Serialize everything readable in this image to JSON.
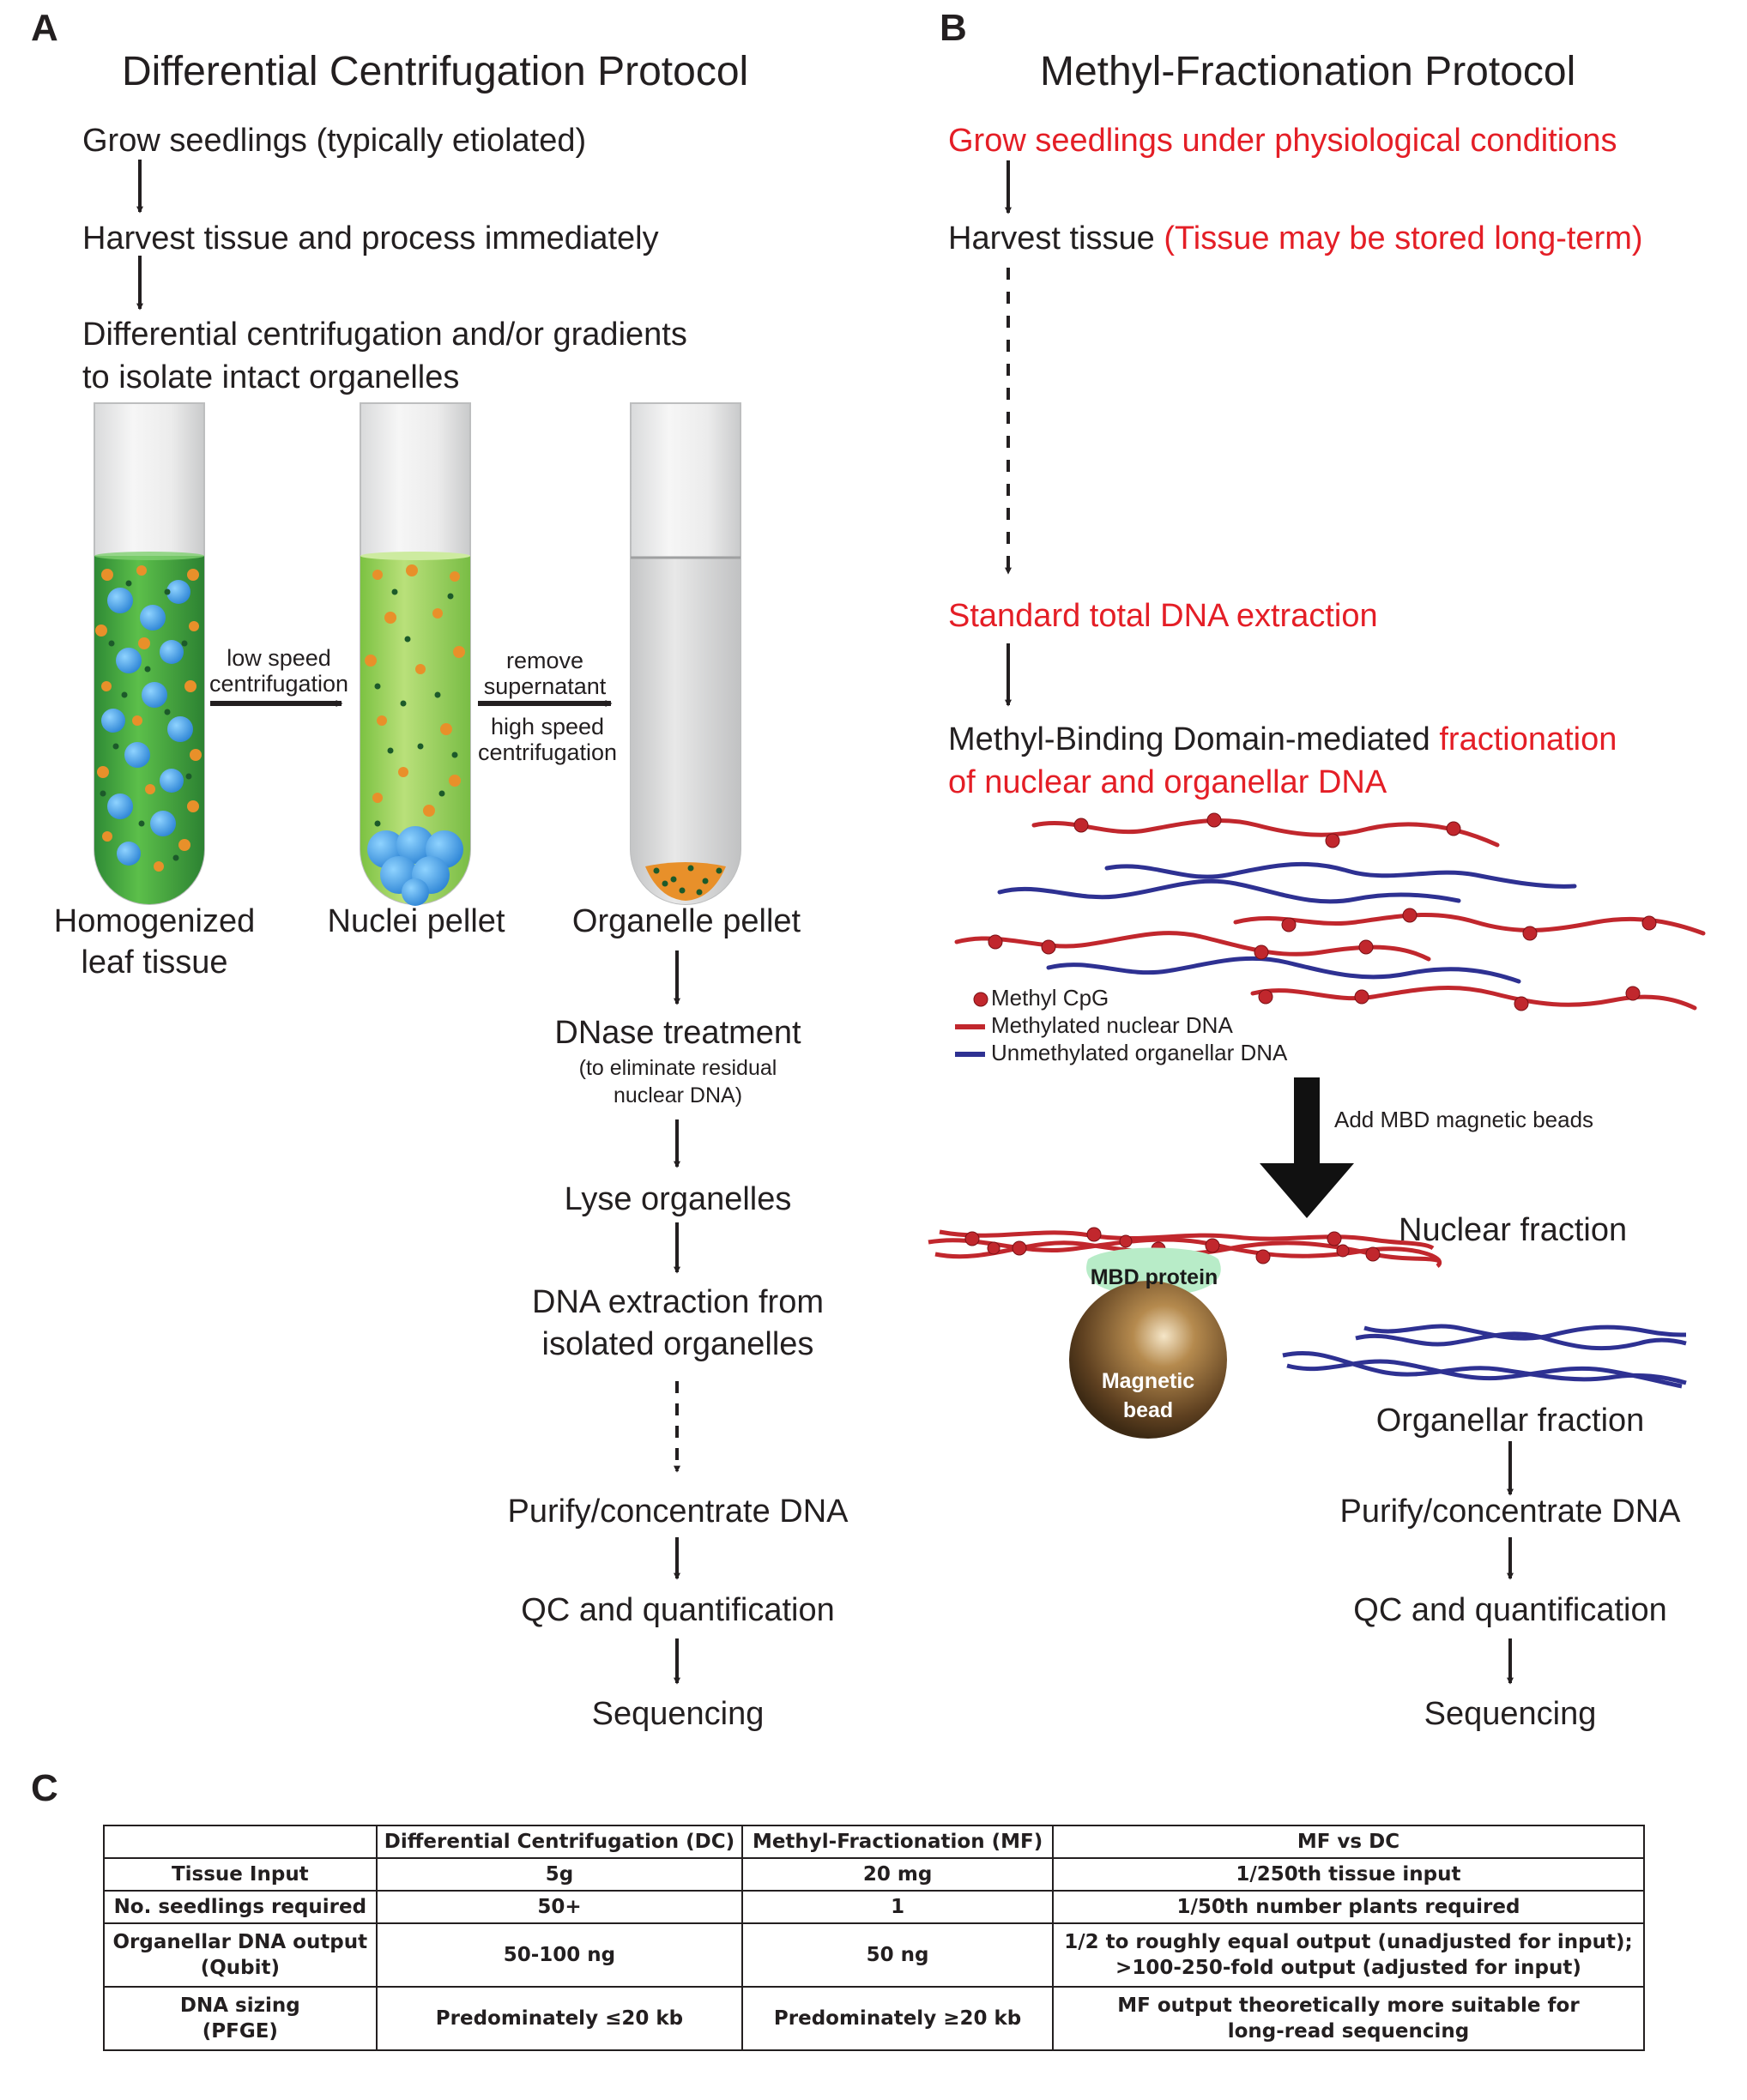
{
  "panel_a": {
    "letter": "A",
    "title": "Differential Centrifugation Protocol",
    "step1": "Grow seedlings (typically etiolated)",
    "step2": "Harvest tissue and process immediately",
    "step3_line1": "Differential centrifugation and/or gradients",
    "step3_line2": "to isolate intact organelles",
    "tube1_label_line1": "Homogenized",
    "tube1_label_line2": "leaf tissue",
    "tube2_label": "Nuclei pellet",
    "tube3_label": "Organelle pellet",
    "arrow1_line1": "low speed",
    "arrow1_line2": "centrifugation",
    "arrow2_top_line1": "remove",
    "arrow2_top_line2": "supernatant",
    "arrow2_bottom_line1": "high speed",
    "arrow2_bottom_line2": "centrifugation",
    "dnase": "DNase treatment",
    "dnase_note_line1": "(to eliminate residual",
    "dnase_note_line2": "nuclear DNA)",
    "lyse": "Lyse organelles",
    "extract_line1": "DNA extraction from",
    "extract_line2": "isolated organelles",
    "purify": "Purify/concentrate DNA",
    "qc": "QC and quantification",
    "seq": "Sequencing"
  },
  "panel_b": {
    "letter": "B",
    "title": "Methyl-Fractionation Protocol",
    "step1": "Grow seedlings under physiological conditions",
    "step2_black": "Harvest tissue ",
    "step2_red": "(Tissue may be stored long-term)",
    "step3": "Standard total DNA extraction",
    "step4_black": "Methyl-Binding Domain-mediated ",
    "step4_red_line1": "fractionation",
    "step4_red_line2": "of nuclear and organellar DNA",
    "legend_cpg": "Methyl CpG",
    "legend_methylated": "Methylated nuclear DNA",
    "legend_unmethylated": "Unmethylated organellar DNA",
    "add_beads": "Add MBD magnetic beads",
    "nuclear_fraction": "Nuclear fraction",
    "mbd_protein": "MBD protein",
    "bead_line1": "Magnetic",
    "bead_line2": "bead",
    "organellar_fraction": "Organellar fraction",
    "purify": "Purify/concentrate DNA",
    "qc": "QC and quantification",
    "seq": "Sequencing"
  },
  "panel_c": {
    "letter": "C",
    "headers": [
      "",
      "Differential Centrifugation (DC)",
      "Methyl-Fractionation (MF)",
      "MF vs DC"
    ],
    "rows": [
      {
        "label": "Tissue Input",
        "dc": "5g",
        "mf": "20 mg",
        "cmp": "1/250th tissue input"
      },
      {
        "label": "No. seedlings required",
        "dc": "50+",
        "mf": "1",
        "cmp": "1/50th number plants required"
      },
      {
        "label_line1": "Organellar DNA output",
        "label_line2": "(Qubit)",
        "dc": "50-100 ng",
        "mf": "50 ng",
        "cmp_line1": "1/2 to roughly equal output (unadjusted for input);",
        "cmp_line2": ">100-250-fold output (adjusted for input)"
      },
      {
        "label_line1": "DNA sizing",
        "label_line2": "(PFGE)",
        "dc": "Predominately ≤20 kb",
        "mf": "Predominately  ≥20 kb",
        "cmp_line1": "MF output theoretically more suitable for",
        "cmp_line2": "long-read sequencing"
      }
    ]
  },
  "colors": {
    "text": "#231f20",
    "highlight_red": "#e41e26",
    "methylated_dna": "#c1272d",
    "unmethylated_dna": "#2e3192",
    "tube_green": "#3aa641",
    "nuclei_blue": "#3c9ae0",
    "organelle_orange": "#e8902a",
    "mbd_protein_green": "#b8ecc8",
    "bead_brown": "#6b4a24"
  }
}
